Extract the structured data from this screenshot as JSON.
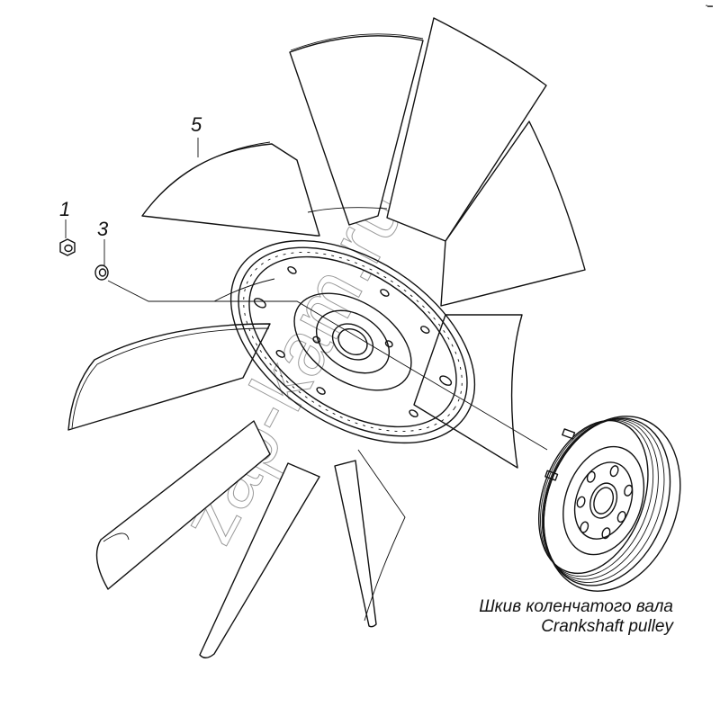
{
  "diagram": {
    "type": "exploded parts diagram",
    "subject": "Cooling fan assembly with crankshaft pulley"
  },
  "callouts": [
    {
      "id": "1",
      "label": "1",
      "part": "nut"
    },
    {
      "id": "3",
      "label": "3",
      "part": "washer"
    },
    {
      "id": "5",
      "label": "5",
      "part": "fan"
    }
  ],
  "caption": {
    "line_ru": "Шкив коленчатого вала",
    "line_en": "Crankshaft pulley"
  },
  "watermark": {
    "text": "zap-kam.ru"
  },
  "corner_mark": "▪▬",
  "colors": {
    "line": "#111111",
    "background": "#ffffff",
    "watermark": "#9a9a9a"
  }
}
